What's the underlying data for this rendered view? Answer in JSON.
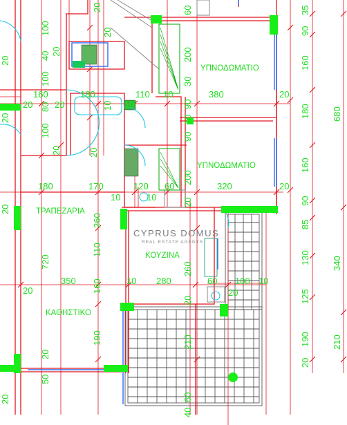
{
  "rooms": {
    "bedroom_1": "ΥΠΝΟΔΩΜΑΤΙΟ",
    "bedroom_2": "ΥΠΝΟΔΩΜΑΤΙΟ",
    "dining": "ΤΡΑΠΕΖΑΡΙΑ",
    "kitchen": "ΚΟΥΖΙΝΑ",
    "living": "ΚΑΘΗΣΤΙΚΟ"
  },
  "watermark": {
    "name": "CYPRUS DOMUS",
    "tagline": "REAL ESTATE AGENTS"
  },
  "dims": {
    "h_160": "160",
    "h_180_bath": "180",
    "h_110": "110",
    "h_380": "380",
    "h_20_a": "20",
    "h_20_b": "20",
    "h_10_a": "10",
    "h_10_b": "10",
    "h_180": "180",
    "h_170": "170",
    "h_120": "120",
    "h_60_a": "60",
    "h_320": "320",
    "h_20_c": "20",
    "h_10_c": "10",
    "h_10_d": "10",
    "h_350": "350",
    "h_280": "280",
    "h_60_b": "60",
    "h_100": "100",
    "h_10_e": "10",
    "h_20_d": "20",
    "h_10_f": "10",
    "h_20_e": "20",
    "h_20_f": "20",
    "h_20_top": "20",
    "v_100_a": "100",
    "v_40": "40",
    "v_100_b": "100",
    "v_80": "80",
    "v_100_c": "100",
    "v_20_a": "20",
    "v_20_b": "20",
    "v_20_c": "20",
    "v_20_d": "20",
    "v_10_a": "10",
    "v_20_e": "20",
    "v_20_f": "20",
    "v_200_a": "200",
    "v_30": "30",
    "v_90_a": "90",
    "v_10_b": "10",
    "v_90_b": "90",
    "v_200_b": "200",
    "v_260_a": "260",
    "v_720": "720",
    "v_110": "110",
    "v_160_l": "160",
    "v_190": "190",
    "v_20_g": "20",
    "v_50": "50",
    "v_260_b": "260",
    "v_20_h": "20",
    "v_210": "210",
    "v_60": "60",
    "v_40_b": "40",
    "v_20_i": "20",
    "v_20_j": "20",
    "v_60_top": "60",
    "v_20_top": "20",
    "v_20_k": "20",
    "r_35": "35",
    "r_90_a": "90",
    "r_160_a": "160",
    "r_180": "180",
    "r_160_b": "160",
    "r_90_b": "90",
    "r_85": "85",
    "r_130": "130",
    "r_125": "125",
    "r_190": "190",
    "r_20": "20",
    "rr_680": "680",
    "rr_340": "340",
    "rr_210": "210"
  }
}
